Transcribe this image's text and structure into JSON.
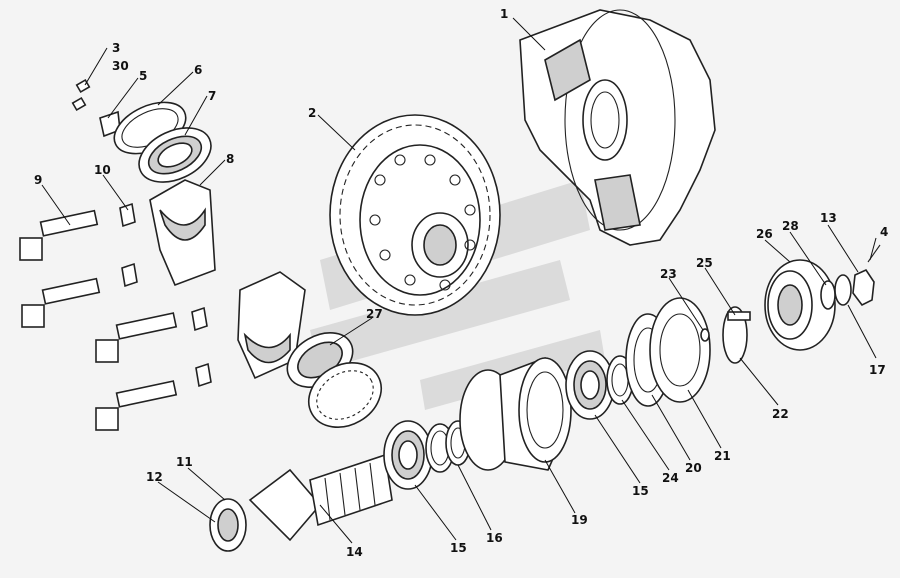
{
  "callouts": [
    {
      "id": "c1",
      "text": "1"
    },
    {
      "id": "c2",
      "text": "2"
    },
    {
      "id": "c3",
      "text": "3"
    },
    {
      "id": "c30",
      "text": "30"
    },
    {
      "id": "c5",
      "text": "5"
    },
    {
      "id": "c6",
      "text": "6"
    },
    {
      "id": "c7",
      "text": "7"
    },
    {
      "id": "c8",
      "text": "8"
    },
    {
      "id": "c9",
      "text": "9"
    },
    {
      "id": "c10",
      "text": "10"
    },
    {
      "id": "c11",
      "text": "11"
    },
    {
      "id": "c12",
      "text": "12"
    },
    {
      "id": "c13",
      "text": "13"
    },
    {
      "id": "c4",
      "text": "4"
    },
    {
      "id": "c14",
      "text": "14"
    },
    {
      "id": "c15a",
      "text": "15"
    },
    {
      "id": "c15b",
      "text": "15"
    },
    {
      "id": "c16",
      "text": "16"
    },
    {
      "id": "c17",
      "text": "17"
    },
    {
      "id": "c19",
      "text": "19"
    },
    {
      "id": "c20",
      "text": "20"
    },
    {
      "id": "c21",
      "text": "21"
    },
    {
      "id": "c22",
      "text": "22"
    },
    {
      "id": "c23",
      "text": "23"
    },
    {
      "id": "c24",
      "text": "24"
    },
    {
      "id": "c25",
      "text": "25"
    },
    {
      "id": "c26",
      "text": "26"
    },
    {
      "id": "c27",
      "text": "27"
    },
    {
      "id": "c28",
      "text": "28"
    }
  ]
}
